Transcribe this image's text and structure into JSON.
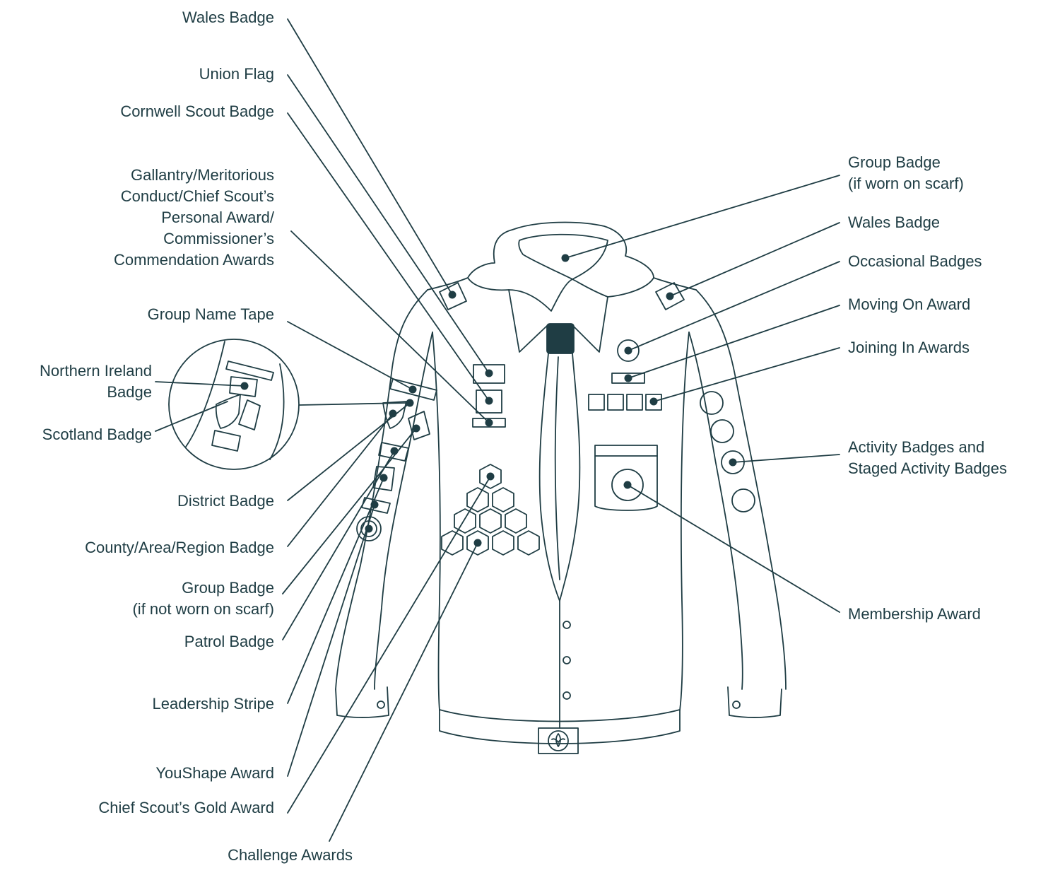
{
  "colors": {
    "ink": "#1f3d44",
    "background": "#ffffff"
  },
  "labels": {
    "wales_badge_left": "Wales Badge",
    "union_flag": "Union Flag",
    "cornwell_scout_badge": "Cornwell Scout Badge",
    "gallantry": [
      "Gallantry/Meritorious",
      "Conduct/Chief Scout’s",
      "Personal Award/",
      "Commissioner’s",
      "Commendation Awards"
    ],
    "group_name_tape": "Group Name Tape",
    "northern_ireland_badge": [
      "Northern Ireland",
      "Badge"
    ],
    "scotland_badge": "Scotland Badge",
    "district_badge": "District Badge",
    "county_badge": "County/Area/Region Badge",
    "group_badge_not_scarf": [
      "Group Badge",
      "(if not worn on scarf)"
    ],
    "patrol_badge": "Patrol Badge",
    "leadership_stripe": "Leadership Stripe",
    "youshape_award": "YouShape Award",
    "chief_scout_gold": "Chief Scout’s Gold Award",
    "challenge_awards": "Challenge Awards",
    "group_badge_scarf": [
      "Group Badge",
      "(if worn on scarf)"
    ],
    "wales_badge_right": "Wales Badge",
    "occasional_badges": "Occasional Badges",
    "moving_on_award": "Moving On Award",
    "joining_in_awards": "Joining In Awards",
    "activity_badges": [
      "Activity Badges and",
      "Staged Activity Badges"
    ],
    "membership_award": "Membership Award"
  }
}
